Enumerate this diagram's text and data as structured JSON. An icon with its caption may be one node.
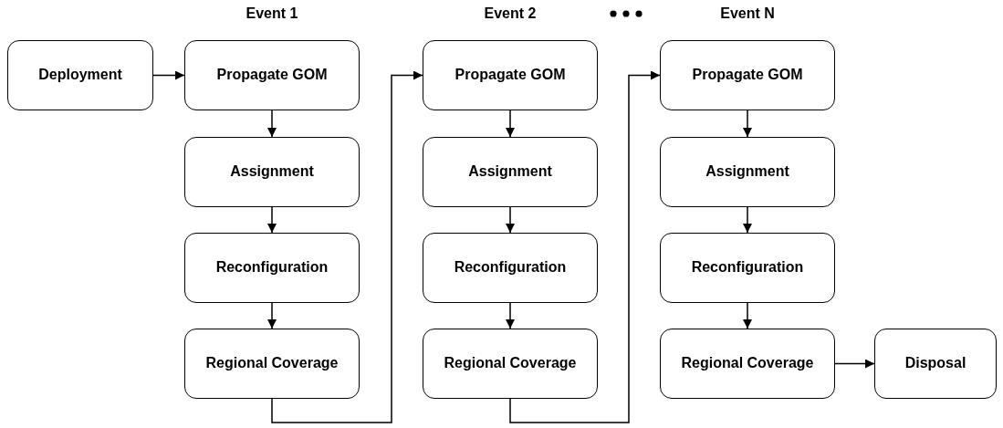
{
  "diagram": {
    "nodes": [
      {
        "text": [
          "Deployment"
        ]
      },
      {
        "text": [
          "Propagate GOM"
        ]
      },
      {
        "text": [
          "Assignment"
        ]
      },
      {
        "text": [
          "Reconfiguration"
        ]
      },
      {
        "text": [
          "Regional Coverage"
        ]
      },
      {
        "text": [
          "Propagate GOM"
        ]
      },
      {
        "text": [
          "Assignment"
        ]
      },
      {
        "text": [
          "Reconfiguration"
        ]
      },
      {
        "text": [
          "Regional Coverage"
        ]
      },
      {
        "text": [
          "Propagate GOM"
        ]
      },
      {
        "text": [
          "Assignment"
        ]
      },
      {
        "text": [
          "Reconfiguration"
        ]
      },
      {
        "text": [
          "Regional Coverage"
        ]
      },
      {
        "text": [
          "Disposal"
        ]
      }
    ],
    "edges": [
      {
        "from": 0,
        "to": 1,
        "arrow": "to"
      },
      {
        "from": 1,
        "to": 2,
        "arrow": "to"
      },
      {
        "from": 2,
        "to": 3,
        "arrow": "to"
      },
      {
        "from": 3,
        "to": 4,
        "arrow": "to"
      },
      {
        "from": 4,
        "to": 5,
        "arrow": "to"
      },
      {
        "from": 5,
        "to": 6,
        "arrow": "to"
      },
      {
        "from": 6,
        "to": 7,
        "arrow": "to"
      },
      {
        "from": 7,
        "to": 8,
        "arrow": "to"
      },
      {
        "from": 8,
        "to": 9,
        "arrow": "to"
      },
      {
        "from": 9,
        "to": 10,
        "arrow": "to"
      },
      {
        "from": 10,
        "to": 11,
        "arrow": "to"
      },
      {
        "from": 11,
        "to": 12,
        "arrow": "to"
      },
      {
        "from": 12,
        "to": 13,
        "arrow": "to"
      }
    ],
    "labels": [
      "Event 1",
      "Event 2",
      "Event N"
    ]
  }
}
